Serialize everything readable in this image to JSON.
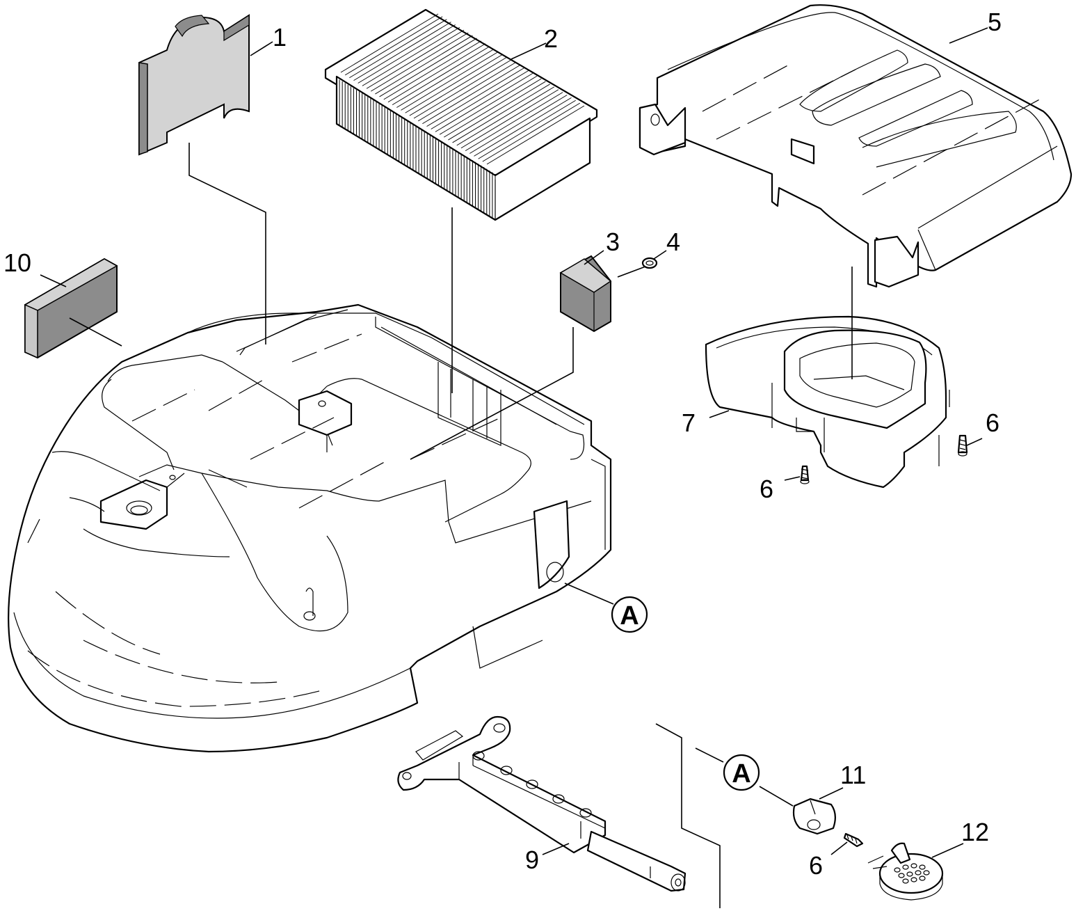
{
  "part_labels": {
    "p1": "1",
    "p2": "2",
    "p3": "3",
    "p4": "4",
    "p5": "5",
    "p6a": "6",
    "p6b": "6",
    "p6c": "6",
    "p7": "7",
    "p9": "9",
    "p10": "10",
    "p11": "11",
    "p12": "12"
  },
  "callouts": {
    "a1": "A",
    "a2": "A"
  },
  "colors": {
    "line": "#000000",
    "background": "#ffffff",
    "filter_gray_light": "#d3d3d3",
    "filter_gray_dark": "#8c8c8c"
  }
}
